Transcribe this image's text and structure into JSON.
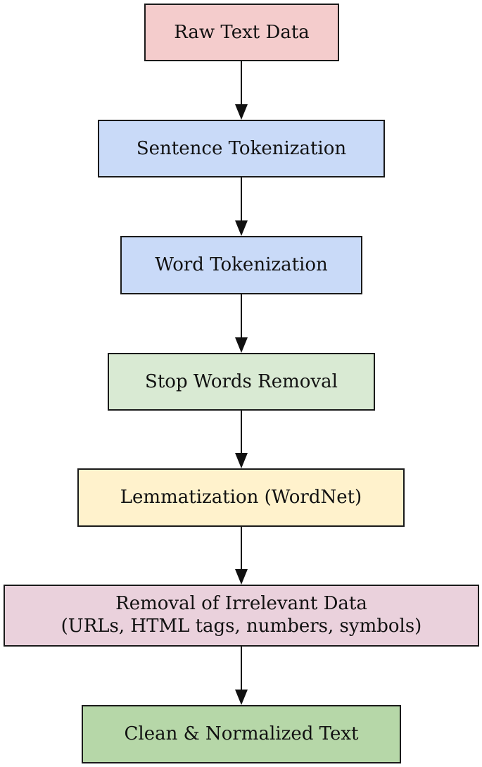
{
  "colors": {
    "raw": "#f4cccc",
    "tokenize": "#c9daf8",
    "stopwords": "#d9ead3",
    "lemma": "#fff2cc",
    "removal": "#ead1dc",
    "clean": "#b6d7a8",
    "border": "#1a1a1a",
    "arrow": "#111111"
  },
  "nodes": [
    {
      "id": "raw-text-data",
      "lines": [
        "Raw Text Data"
      ],
      "color_key": "raw"
    },
    {
      "id": "sentence-tokenization",
      "lines": [
        "Sentence Tokenization"
      ],
      "color_key": "tokenize"
    },
    {
      "id": "word-tokenization",
      "lines": [
        "Word Tokenization"
      ],
      "color_key": "tokenize"
    },
    {
      "id": "stop-words-removal",
      "lines": [
        "Stop Words Removal"
      ],
      "color_key": "stopwords"
    },
    {
      "id": "lemmatization",
      "lines": [
        "Lemmatization (WordNet)"
      ],
      "color_key": "lemma"
    },
    {
      "id": "removal-irrelevant-data",
      "lines": [
        "Removal of Irrelevant Data",
        "(URLs, HTML tags, numbers, symbols)"
      ],
      "color_key": "removal"
    },
    {
      "id": "clean-normalized-text",
      "lines": [
        "Clean & Normalized Text"
      ],
      "color_key": "clean"
    }
  ],
  "edges": [
    {
      "from": "raw-text-data",
      "to": "sentence-tokenization"
    },
    {
      "from": "sentence-tokenization",
      "to": "word-tokenization"
    },
    {
      "from": "word-tokenization",
      "to": "stop-words-removal"
    },
    {
      "from": "stop-words-removal",
      "to": "lemmatization"
    },
    {
      "from": "lemmatization",
      "to": "removal-irrelevant-data"
    },
    {
      "from": "removal-irrelevant-data",
      "to": "clean-normalized-text"
    }
  ]
}
